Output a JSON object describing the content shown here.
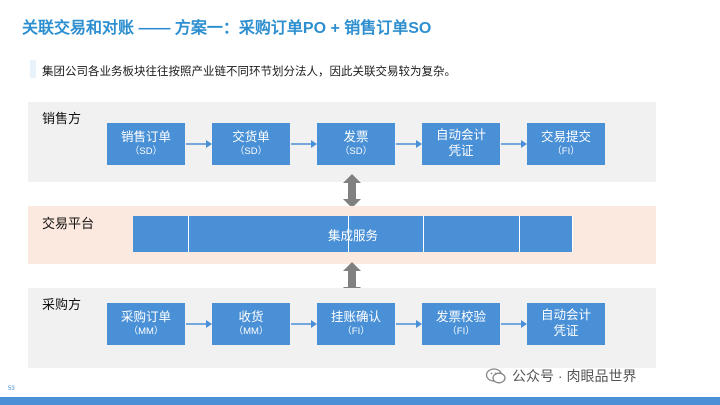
{
  "title": "关联交易和对账 —— 方案一：采购订单PO + 销售订单SO",
  "subtitle": "集团公司各业务板块往往按照产业链不同环节划分法人，因此关联交易较为复杂。",
  "sales": {
    "label": "销售方",
    "steps": [
      {
        "main": "销售订单",
        "sub": "（SD）"
      },
      {
        "main": "交货单",
        "sub": "（SD）"
      },
      {
        "main": "发票",
        "sub": "（SD）"
      },
      {
        "main": "自动会计凭证",
        "main2": "凭证",
        "main1": "自动会计"
      },
      {
        "main": "交易提交",
        "sub": "（FI）"
      }
    ]
  },
  "platform": {
    "label": "交易平台",
    "service": "集成服务"
  },
  "purchase": {
    "label": "采购方",
    "steps": [
      {
        "main": "采购订单",
        "sub": "（MM）"
      },
      {
        "main": "收货",
        "sub": "（MM）"
      },
      {
        "main": "挂账确认",
        "sub": "（FI）"
      },
      {
        "main": "发票校验",
        "sub": "（FI）"
      },
      {
        "main1": "自动会计",
        "main2": "凭证"
      }
    ]
  },
  "footer": {
    "page_number": "53",
    "watermark": "公众号 · 肉眼品世界"
  },
  "colors": {
    "accent": "#4a90d6",
    "title": "#2e8fd0",
    "band_grey": "#f1f1f1",
    "band_peach": "#fbe8de",
    "connector": "#808080"
  }
}
